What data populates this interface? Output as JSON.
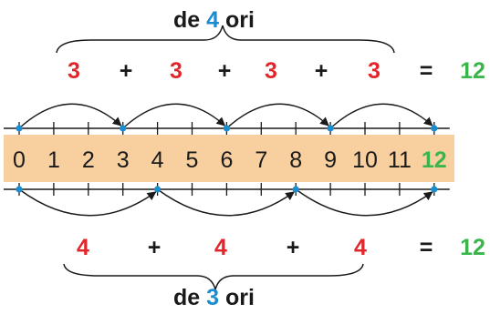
{
  "top": {
    "title_prefix": "de",
    "title_number": "4",
    "title_suffix": "ori",
    "terms": [
      "3",
      "+",
      "3",
      "+",
      "3",
      "+",
      "3",
      "=",
      "12"
    ]
  },
  "bottom": {
    "title_prefix": "de",
    "title_number": "3",
    "title_suffix": "ori",
    "terms": [
      "4",
      "+",
      "4",
      "+",
      "4",
      "=",
      "12"
    ]
  },
  "number_line": {
    "labels": [
      "0",
      "1",
      "2",
      "3",
      "4",
      "5",
      "6",
      "7",
      "8",
      "9",
      "10",
      "11",
      "12"
    ],
    "top_jumps": [
      0,
      3,
      6,
      9,
      12
    ],
    "bottom_jumps": [
      0,
      4,
      8,
      12
    ]
  },
  "colors": {
    "red": "#e3262b",
    "green": "#3ab54a",
    "blue": "#1a8ccf",
    "band": "#f8cf9e",
    "dark": "#1a1a1a"
  }
}
